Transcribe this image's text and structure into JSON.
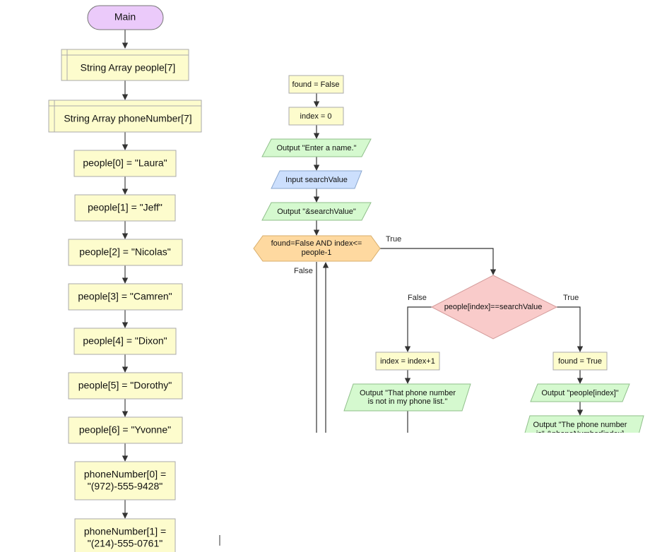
{
  "left": {
    "main": "Main",
    "decl1": "String Array people[7]",
    "decl2": "String Array phoneNumber[7]",
    "p0": "people[0] = \"Laura\"",
    "p1": "people[1] = \"Jeff\"",
    "p2": "people[2] = \"Nicolas\"",
    "p3": "people[3] = \"Camren\"",
    "p4": "people[4] = \"Dixon\"",
    "p5": "people[5] = \"Dorothy\"",
    "p6": "people[6] = \"Yvonne\"",
    "ph0_line1": "phoneNumber[0] =",
    "ph0_line2": "\"(972)-555-9428\"",
    "ph1_line1": "phoneNumber[1] =",
    "ph1_line2": "\"(214)-555-0761\""
  },
  "right": {
    "found_false": "found = False",
    "index_zero": "index = 0",
    "out_enter": "Output \"Enter a name.\"",
    "input_search": "Input searchValue",
    "out_search": "Output \"&searchValue\"",
    "loop_line1": "found=False AND index<=",
    "loop_line2": "people-1",
    "loop_true": "True",
    "loop_false": "False",
    "cond": "people[index]==searchValue",
    "cond_false": "False",
    "cond_true": "True",
    "inc": "index = index+1",
    "out_notfound_line1": "Output \"That phone number",
    "out_notfound_line2": "is not in my phone list.\"",
    "found_true": "found = True",
    "out_people": "Output \"people[index]\"",
    "out_phone_line1": "Output \"The phone number",
    "out_phone_line2": "is\" &phoneNumber[index]"
  },
  "colors": {
    "process": "#fdfccd",
    "terminal": "#ebcafa",
    "io_output": "#d5f9cf",
    "io_input": "#ccdffd",
    "loop": "#fed9a0",
    "decision": "#f9cbca"
  }
}
